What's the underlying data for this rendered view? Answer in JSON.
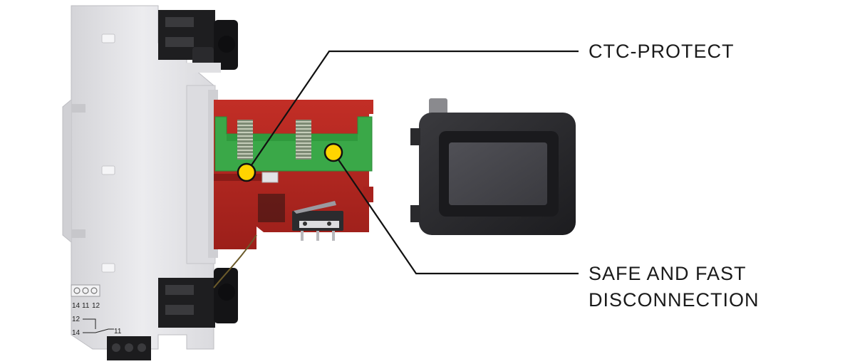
{
  "callouts": {
    "ctc_protect": "CTC-PROTECT",
    "safe_line1": "SAFE AND FAST",
    "safe_line2": "DISCONNECTION"
  },
  "terminal_labels": {
    "top_row": [
      "14",
      "11",
      "12"
    ],
    "schematic_12": "12",
    "schematic_14": "14",
    "schematic_11": "11"
  },
  "colors": {
    "housing": "#e7e7ea",
    "housing_shadow": "#c9c9cd",
    "red_module": "#b3251f",
    "green_carrier": "#39a845",
    "marker_yellow": "#ffd400",
    "leader_line": "#111111",
    "cover_dark": "#2b2b2e"
  }
}
